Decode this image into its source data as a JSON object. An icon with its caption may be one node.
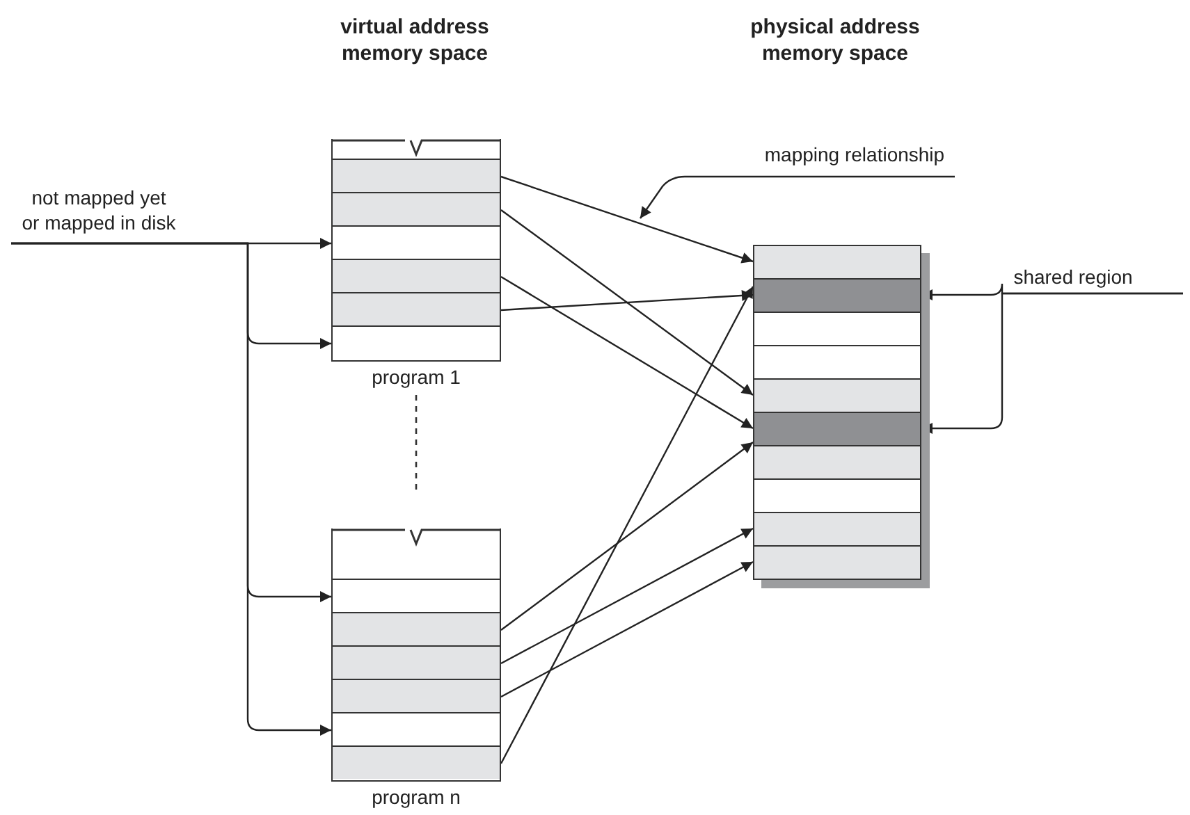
{
  "diagram": {
    "nodes": [
      {
        "text": [
          "not mapped yet or mapped in disk"
        ]
      },
      {
        "text": [
          "mapping relationship"
        ]
      },
      {
        "text": [
          "program 1"
        ]
      },
      {
        "text": [],
        "shape": "box",
        "in": 2
      },
      {
        "text": [],
        "shape": "box",
        "in": 2
      },
      {
        "text": [],
        "shape": "box",
        "in": 2
      },
      {
        "text": [],
        "shape": "box",
        "in": 2
      },
      {
        "text": [],
        "shape": "box",
        "in": 2
      },
      {
        "text": [],
        "shape": "box",
        "in": 2
      },
      {
        "text": [],
        "shape": "box",
        "in": 2
      },
      {
        "text": [],
        "shape": "box"
      },
      {
        "text": [],
        "shape": "box",
        "in": 10
      },
      {
        "text": [],
        "shape": "box",
        "in": 10
      },
      {
        "text": [],
        "shape": "box",
        "in": 10
      },
      {
        "text": [],
        "shape": "box",
        "in": 10
      },
      {
        "text": [],
        "shape": "box",
        "in": 10
      },
      {
        "text": [],
        "shape": "box",
        "in": 10
      },
      {
        "text": [],
        "shape": "box",
        "in": 10
      },
      {
        "text": [],
        "shape": "box",
        "in": 10
      },
      {
        "text": [],
        "shape": "box",
        "in": 10
      },
      {
        "text": [],
        "shape": "box",
        "in": 10
      },
      {
        "text": [
          "shared region"
        ]
      },
      {
        "text": [
          "program n"
        ]
      },
      {
        "text": [],
        "shape": "box",
        "in": 22
      },
      {
        "text": [],
        "shape": "box",
        "in": 22
      },
      {
        "text": [],
        "shape": "box",
        "in": 22
      },
      {
        "text": [],
        "shape": "box",
        "in": 22
      },
      {
        "text": [],
        "shape": "box",
        "in": 22
      },
      {
        "text": [],
        "shape": "box",
        "in": 22
      },
      {
        "text": [],
        "shape": "box",
        "in": 22
      }
    ],
    "edges": [
      {
        "from": 0,
        "to": 6,
        "arrow": "to"
      },
      {
        "from": 0,
        "to": 9,
        "arrow": "to"
      },
      {
        "from": 0,
        "to": 24,
        "arrow": "to"
      },
      {
        "from": 0,
        "to": 28,
        "arrow": "to"
      },
      {
        "from": 1,
        "to": null,
        "arrow": "to"
      },
      {
        "from": 4,
        "to": 11,
        "arrow": "to"
      },
      {
        "from": 5,
        "to": 15,
        "arrow": "to"
      },
      {
        "from": 7,
        "to": 16,
        "arrow": "to"
      },
      {
        "from": 8,
        "to": 12,
        "arrow": "to"
      },
      {
        "from": 25,
        "to": 16,
        "arrow": "to"
      },
      {
        "from": 26,
        "to": 19,
        "arrow": "to"
      },
      {
        "from": 27,
        "to": 20,
        "arrow": "to"
      },
      {
        "from": 29,
        "to": 12,
        "arrow": "to"
      },
      {
        "from": 21,
        "to": 12,
        "arrow": "to"
      },
      {
        "from": 21,
        "to": 16,
        "arrow": "to"
      }
    ],
    "labels": [
      "virtual address memory space",
      "physical address memory space"
    ]
  }
}
